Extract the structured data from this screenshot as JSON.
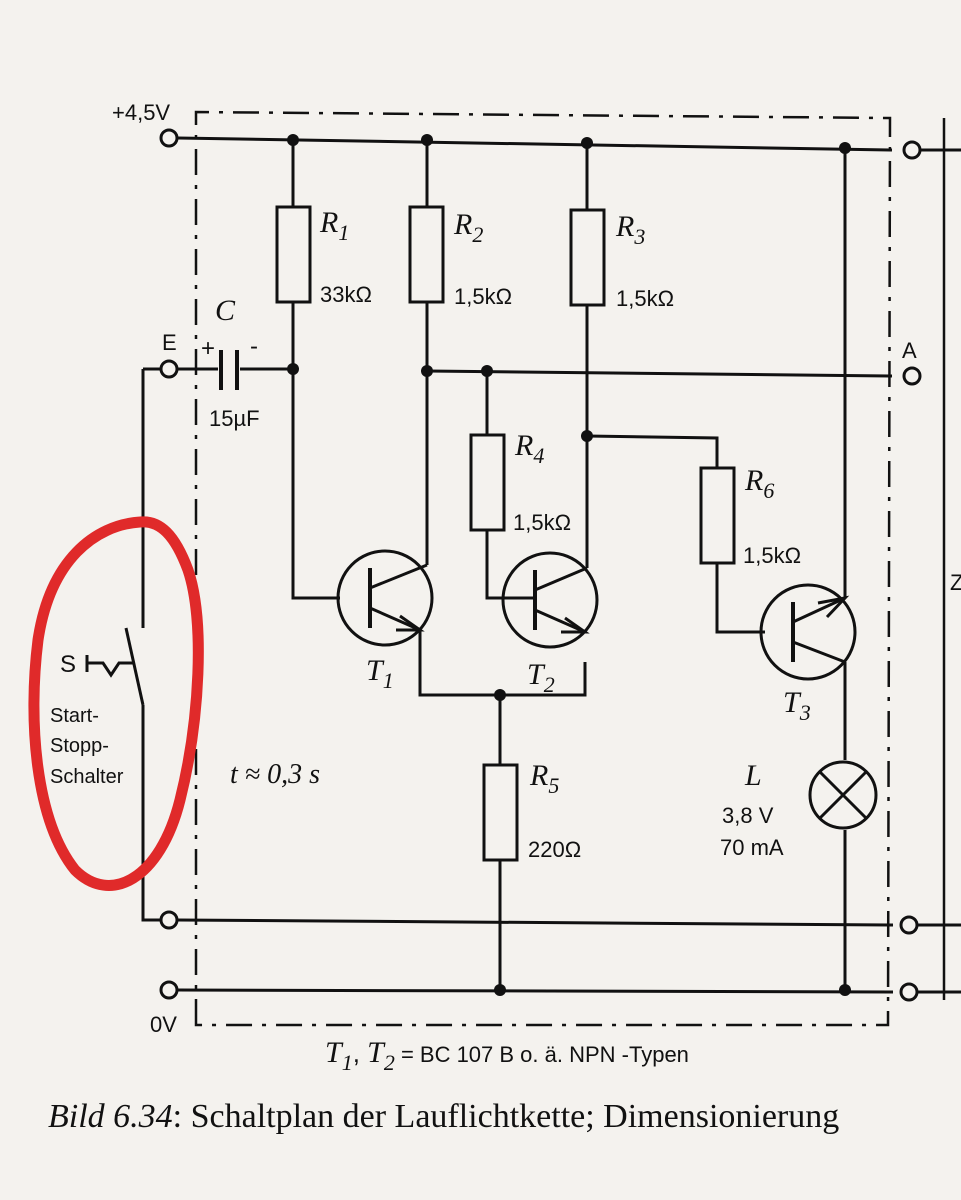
{
  "labels": {
    "vplus": "+4,5V",
    "v0": "0V",
    "e": "E",
    "a": "A",
    "c": "C",
    "c_plus": "+",
    "c_minus": "-",
    "c_val": "15µF",
    "r1": "R",
    "r1_sub": "1",
    "r1_val": "33kΩ",
    "r2": "R",
    "r2_sub": "2",
    "r2_val": "1,5kΩ",
    "r3": "R",
    "r3_sub": "3",
    "r3_val": "1,5kΩ",
    "r4": "R",
    "r4_sub": "4",
    "r4_val": "1,5kΩ",
    "r5": "R",
    "r5_sub": "5",
    "r5_val": "220Ω",
    "r6": "R",
    "r6_sub": "6",
    "r6_val": "1,5kΩ",
    "t1": "T",
    "t1_sub": "1",
    "t2": "T",
    "t2_sub": "2",
    "t3": "T",
    "t3_sub": "3",
    "lamp": "L",
    "lamp_v": "3,8 V",
    "lamp_i": "70 mA",
    "time": "t ≈ 0,3 s",
    "switch_s": "S",
    "switch_line1": "Start-",
    "switch_line2": "Stopp-",
    "switch_line3": "Schalter",
    "types_t1": "T",
    "types_t1_sub": "1",
    "types_sep": ", ",
    "types_t2": "T",
    "types_t2_sub": "2",
    "types_rest": " = BC 107 B o. ä. NPN -Typen",
    "side_z": "Z"
  },
  "caption": {
    "figure": "Bild 6.34",
    "text": ": Schaltplan der Lauflichtkette; Dimensionierung"
  },
  "colors": {
    "ink": "#111111",
    "paper": "#f4f2ee",
    "marker": "#e02a2a"
  }
}
